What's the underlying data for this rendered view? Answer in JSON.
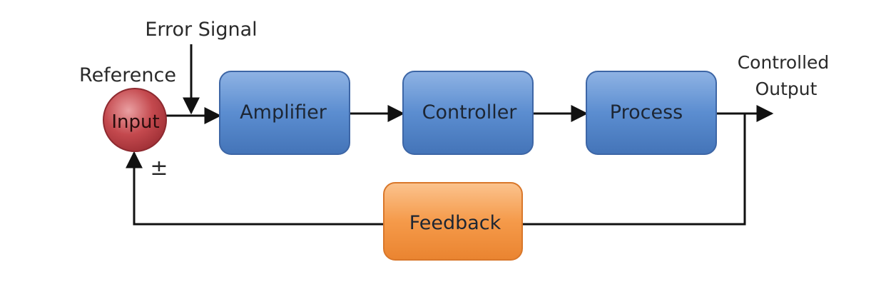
{
  "labels": {
    "error_signal": "Error Signal",
    "reference": "Reference",
    "controlled_output_line1": "Controlled",
    "controlled_output_line2": "Output",
    "plus_minus": "±"
  },
  "nodes": {
    "input": "Input",
    "amplifier": "Amplifier",
    "controller": "Controller",
    "process": "Process",
    "feedback": "Feedback"
  },
  "colors": {
    "block_blue": "#4d7fc4",
    "block_blue_light": "#7ea6dc",
    "block_orange": "#f28f3b",
    "block_orange_light": "#f9b878",
    "circle_red": "#b83a3f",
    "circle_red_light": "#e08a8c",
    "line": "#111111"
  }
}
